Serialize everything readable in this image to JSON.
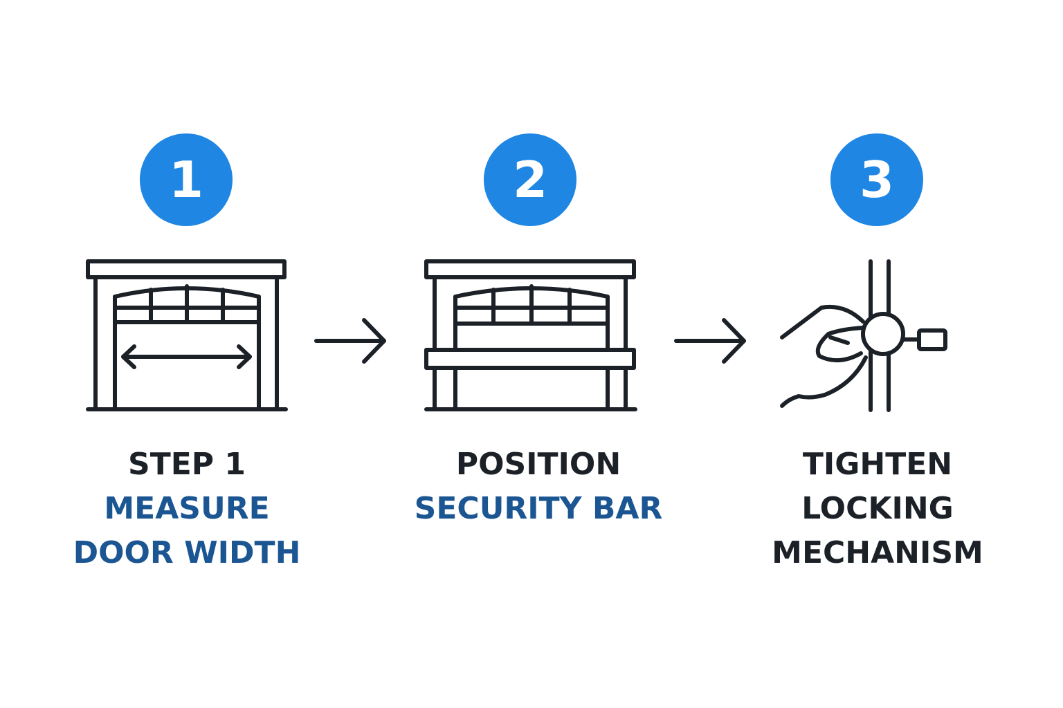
{
  "steps": [
    {
      "number": "1",
      "icon": "garage-door-measure-icon",
      "lines": [
        "STEP 1",
        "MEASURE",
        "DOOR WIDTH"
      ]
    },
    {
      "number": "2",
      "icon": "garage-door-security-bar-icon",
      "lines": [
        "POSITION",
        "SECURITY BAR"
      ]
    },
    {
      "number": "3",
      "icon": "hand-tightening-lock-icon",
      "lines": [
        "TIGHTEN",
        "LOCKING",
        "MECHANISM"
      ]
    }
  ],
  "colors": {
    "badge": "#1f86e3",
    "badge_text": "#ffffff",
    "text_dark": "#1c2128",
    "text_accent": "#1b5693",
    "icon_stroke": "#1c2128"
  }
}
